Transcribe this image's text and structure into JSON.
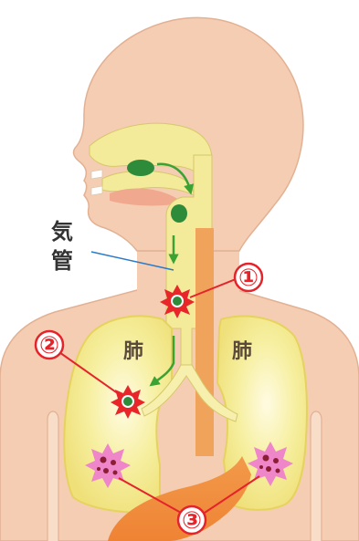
{
  "labels": {
    "trachea_line1": "気",
    "trachea_line2": "管",
    "lung_left": "肺",
    "lung_right": "肺"
  },
  "callouts": {
    "marker_1": "①",
    "marker_2": "②",
    "marker_3": "③"
  },
  "colors": {
    "skin": "#f5cdb3",
    "skin_outline": "#e2b193",
    "airway": "#f3ea9a",
    "lung": "#f4ec96",
    "lung_outline": "#e5d35e",
    "esophagus": "#f0a35a",
    "stomach": "#f08f3f",
    "particle": "#2e8b3a",
    "arrow": "#3aa334",
    "burst_red": "#e8262a",
    "pink_burst": "#ee86c9",
    "callout_red": "#e4232a",
    "label_line": "#2a7ac8"
  }
}
